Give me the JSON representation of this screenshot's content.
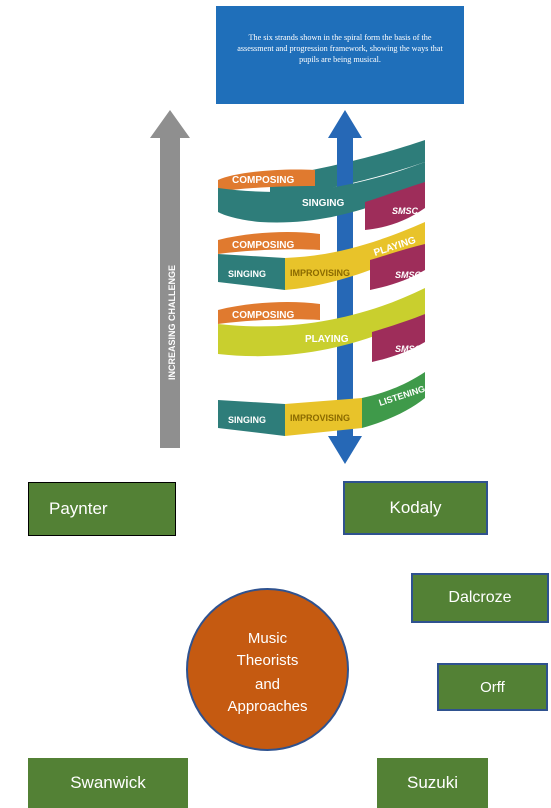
{
  "info_box": {
    "text": "The six strands shown in the spiral form the basis of the assessment and progression framework, showing the ways that pupils are being musical."
  },
  "spiral": {
    "challenge_label": "INCREASING CHALLENGE",
    "labels": {
      "composing_1": "COMPOSING",
      "singing_1": "SINGING",
      "smsc_1": "SMSC",
      "composing_2": "COMPOSING",
      "singing_2": "SINGING",
      "improvising_1": "IMPROVISING",
      "playing_1": "PLAYING",
      "smsc_2": "SMSC",
      "composing_3": "COMPOSING",
      "playing_2": "PLAYING",
      "smsc_3": "SMSC",
      "singing_3": "SINGING",
      "improvising_2": "IMPROVISING",
      "listening": "LISTENING"
    },
    "colors": {
      "teal": "#2e7d7a",
      "orange": "#e07a2f",
      "yellow": "#e8c32a",
      "lime": "#c9cf2e",
      "maroon": "#9e2d5a",
      "green": "#3f9a4a",
      "blue_arrow": "#2668b6",
      "grey_arrow": "#8f8f8f"
    }
  },
  "theorists": {
    "center": {
      "line1": "Music",
      "line2": "Theorists",
      "line3": "and",
      "line4": "Approaches"
    },
    "paynter": "Paynter",
    "kodaly": "Kodaly",
    "dalcroze": "Dalcroze",
    "orff": "Orff",
    "swanwick": "Swanwick",
    "suzuki": "Suzuki"
  }
}
